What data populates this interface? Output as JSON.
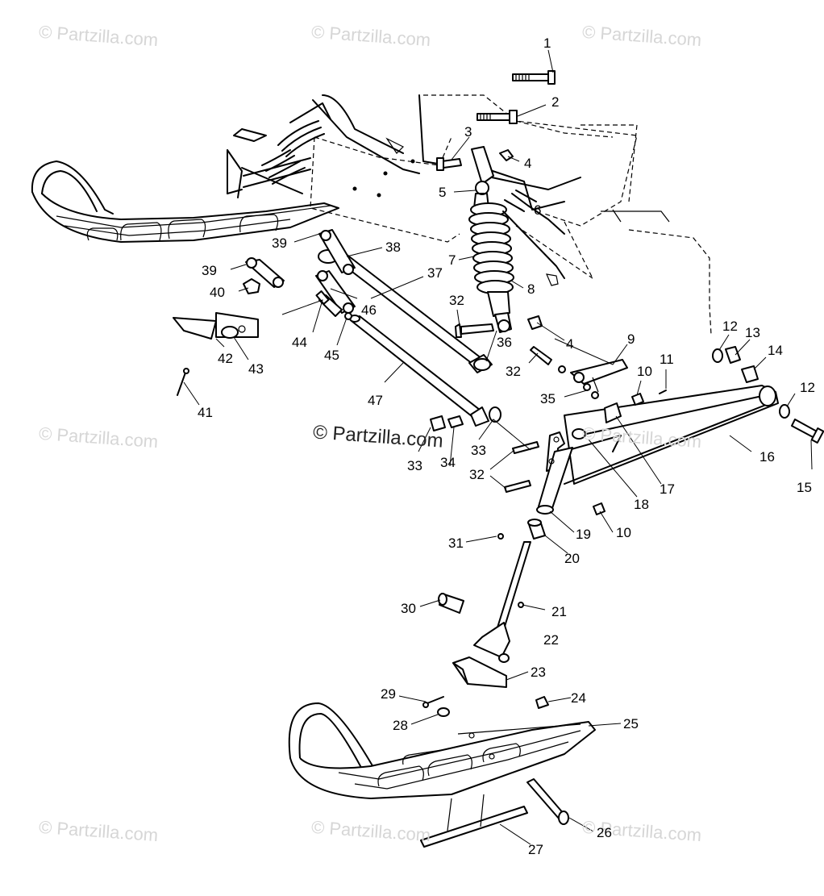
{
  "watermarks": [
    "© Partzilla.com",
    "© Partzilla.com",
    "© Partzilla.com",
    "© Partzilla.com",
    "© Partzilla.com",
    "© Partzilla.com",
    "© Partzilla.com",
    "© Partzilla.com"
  ],
  "center_watermark": "© Partzilla.com",
  "callouts": [
    "1",
    "2",
    "3",
    "4",
    "5",
    "6",
    "7",
    "8",
    "39",
    "38",
    "39",
    "37",
    "40",
    "46",
    "32",
    "44",
    "45",
    "36",
    "4",
    "9",
    "42",
    "43",
    "32",
    "10",
    "11",
    "41",
    "12",
    "13",
    "14",
    "47",
    "35",
    "12",
    "33",
    "33",
    "34",
    "16",
    "15",
    "32",
    "18",
    "17",
    "31",
    "19",
    "10",
    "20",
    "30",
    "21",
    "22",
    "23",
    "29",
    "24",
    "28",
    "25",
    "26",
    "27"
  ]
}
